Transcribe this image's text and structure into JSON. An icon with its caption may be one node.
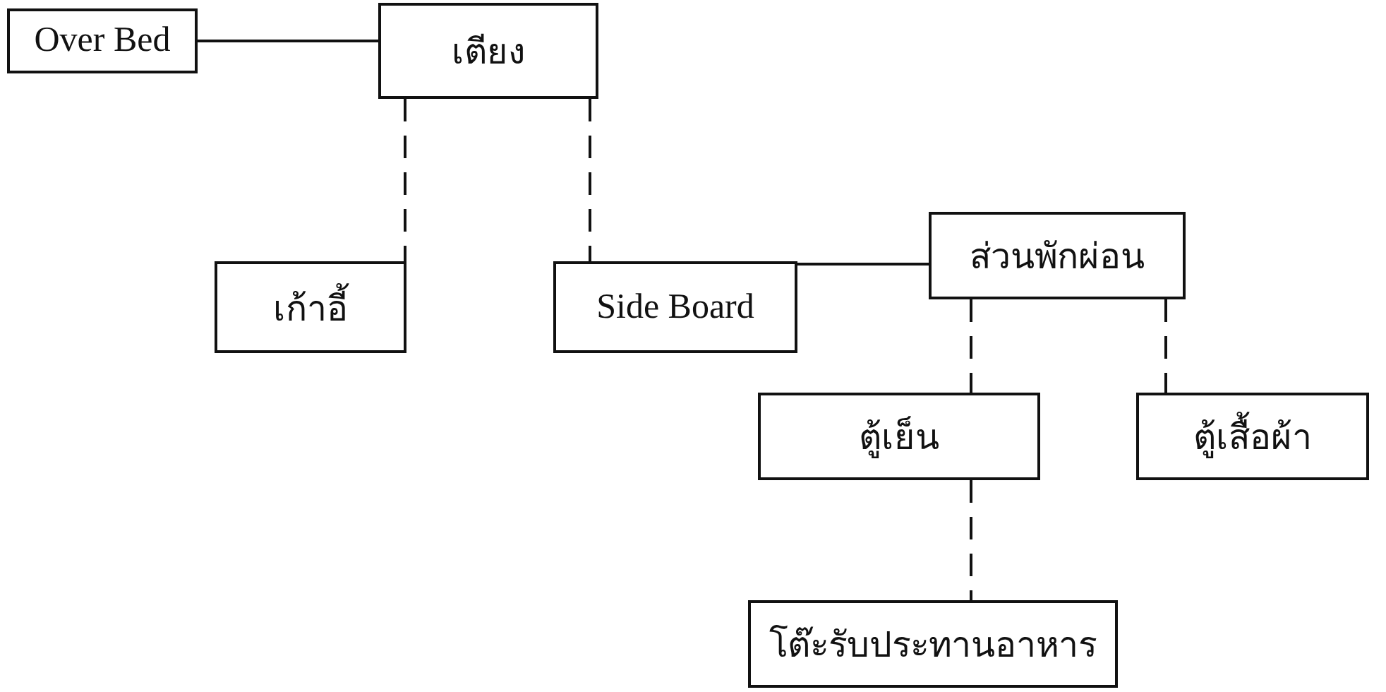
{
  "diagram": {
    "nodes": [
      {
        "text": [
          "Over Bed"
        ]
      },
      {
        "text": [
          "เตียง"
        ]
      },
      {
        "text": [
          "เก้าอี้"
        ]
      },
      {
        "text": [
          "Side Board"
        ]
      },
      {
        "text": [
          "ส่วนพักผ่อน"
        ]
      },
      {
        "text": [
          "ตู้เย็น"
        ]
      },
      {
        "text": [
          "ตู้เสื้อผ้า"
        ]
      },
      {
        "text": [
          "โต๊ะรับประทานอาหาร"
        ]
      }
    ],
    "edges": [
      {
        "from": 0,
        "to": 1,
        "arrow": "none"
      },
      {
        "from": 1,
        "to": 2,
        "arrow": "none",
        "style": "dashed"
      },
      {
        "from": 1,
        "to": 3,
        "arrow": "none",
        "style": "dashed"
      },
      {
        "from": 3,
        "to": 4,
        "arrow": "none"
      },
      {
        "from": 4,
        "to": 5,
        "arrow": "none",
        "style": "dashed"
      },
      {
        "from": 4,
        "to": 6,
        "arrow": "none",
        "style": "dashed"
      },
      {
        "from": 5,
        "to": 7,
        "arrow": "none",
        "style": "dashed"
      }
    ]
  }
}
